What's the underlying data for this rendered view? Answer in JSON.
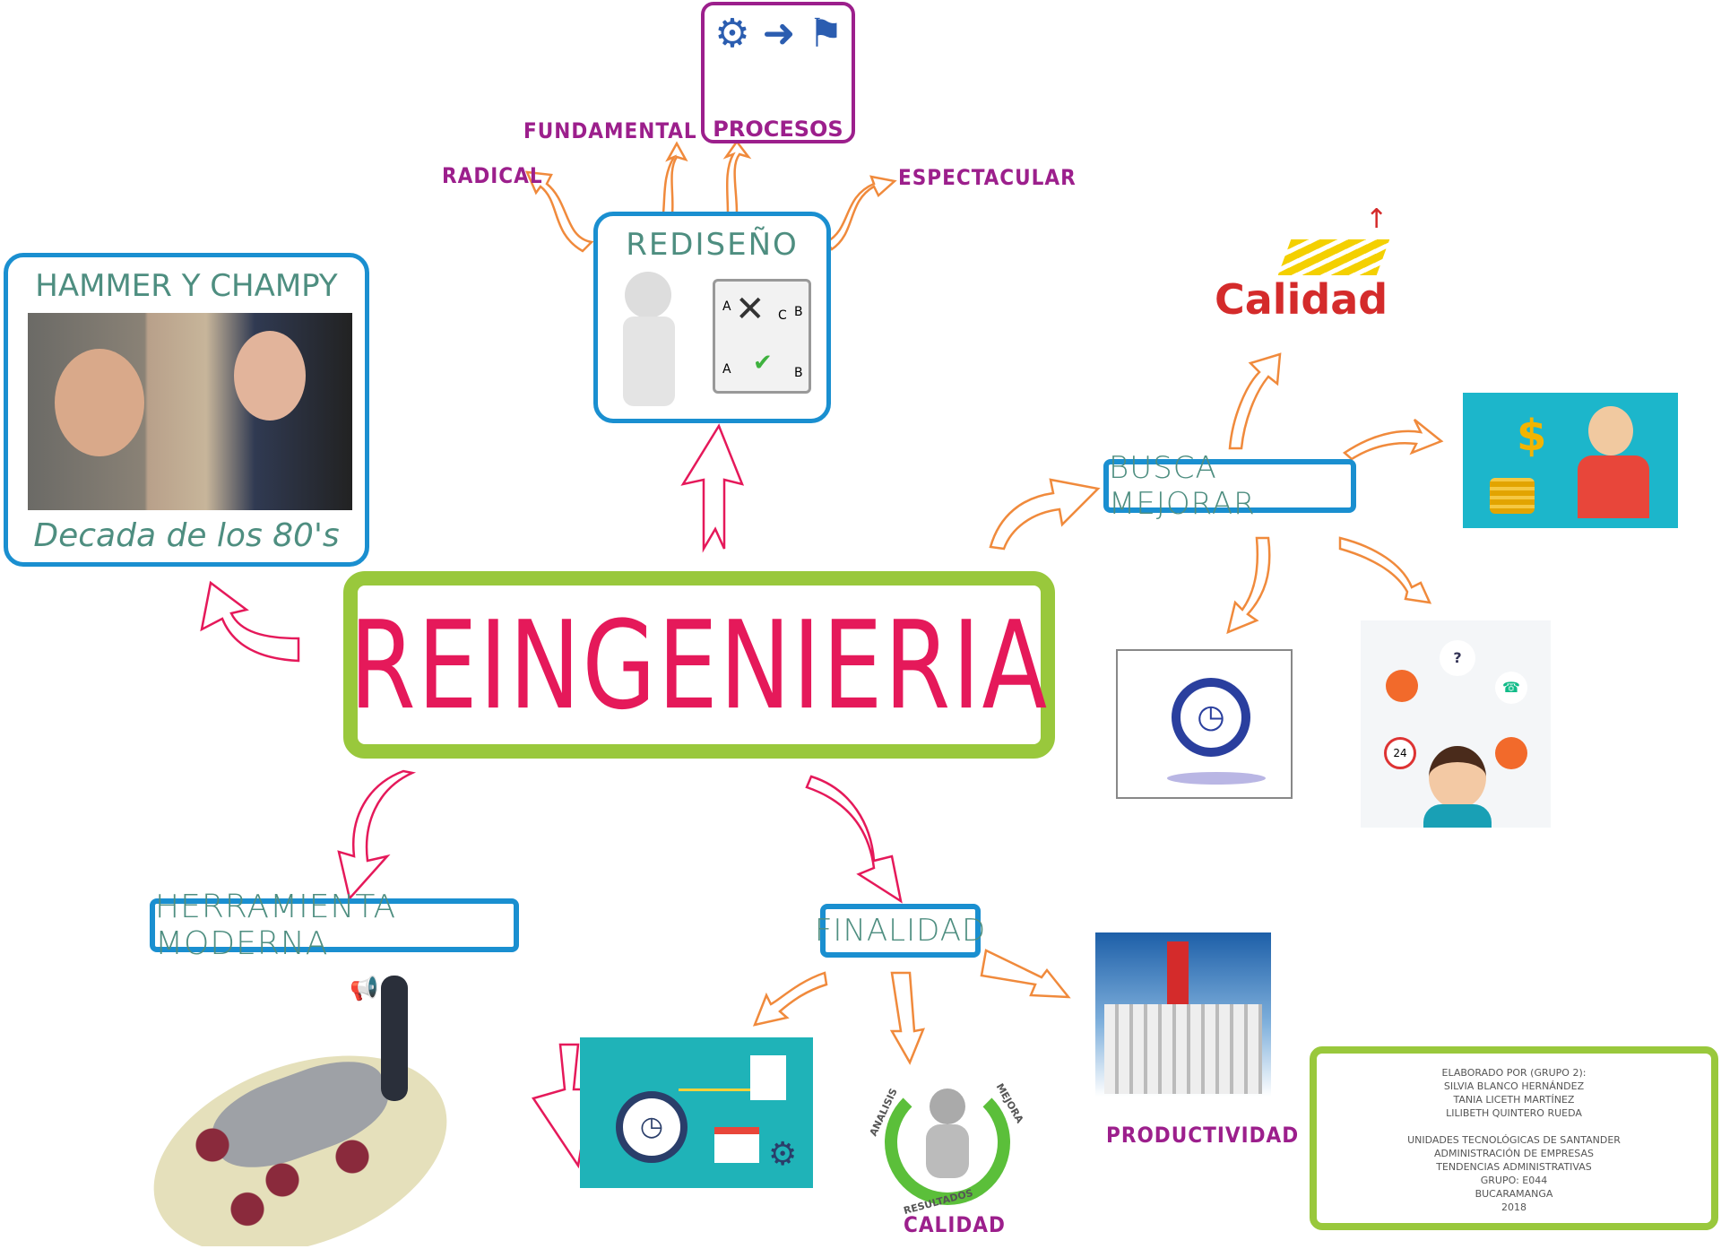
{
  "central": {
    "title": "REINGENIERIA"
  },
  "authors": {
    "title": "HAMMER Y CHAMPY",
    "subtitle": "Decada de los 80's"
  },
  "redesign": {
    "title": "REDISEÑO",
    "board_labels": [
      "A",
      "B",
      "C",
      "A",
      "B"
    ]
  },
  "processes": {
    "title": "PROCESOS"
  },
  "redesign_attributes": [
    "RADICAL",
    "FUNDAMENTAL",
    "ESPECTACULAR"
  ],
  "seeks": {
    "title": "BUSCA MEJORAR",
    "quality_logo": "Calidad"
  },
  "tool": {
    "title": "HERRAMIENTA MODERNA"
  },
  "purpose": {
    "title": "FINALIDAD",
    "cycle_labels": [
      "ANALISIS",
      "MEJORA",
      "RESULTADOS"
    ],
    "quality_label": "CALIDAD",
    "productivity_label": "PRODUCTIVIDAD"
  },
  "credits": {
    "lines": [
      "ELABORADO POR (GRUPO 2):",
      "SILVIA BLANCO HERNÁNDEZ",
      "TANIA LICETH MARTÍNEZ",
      "LILIBETH QUINTERO RUEDA",
      "",
      "UNIDADES TECNOLÓGICAS DE SANTANDER",
      "ADMINISTRACIÓN DE EMPRESAS",
      "TENDENCIAS ADMINISTRATIVAS",
      "GRUPO: E044",
      "BUCARAMANGA",
      "2018"
    ]
  },
  "colors": {
    "blue": "#1a8fd0",
    "green": "#99c83c",
    "pink": "#e5195a",
    "orange": "#f08a3c",
    "purple": "#9c1f8c",
    "teal_text": "#4e8e80"
  }
}
